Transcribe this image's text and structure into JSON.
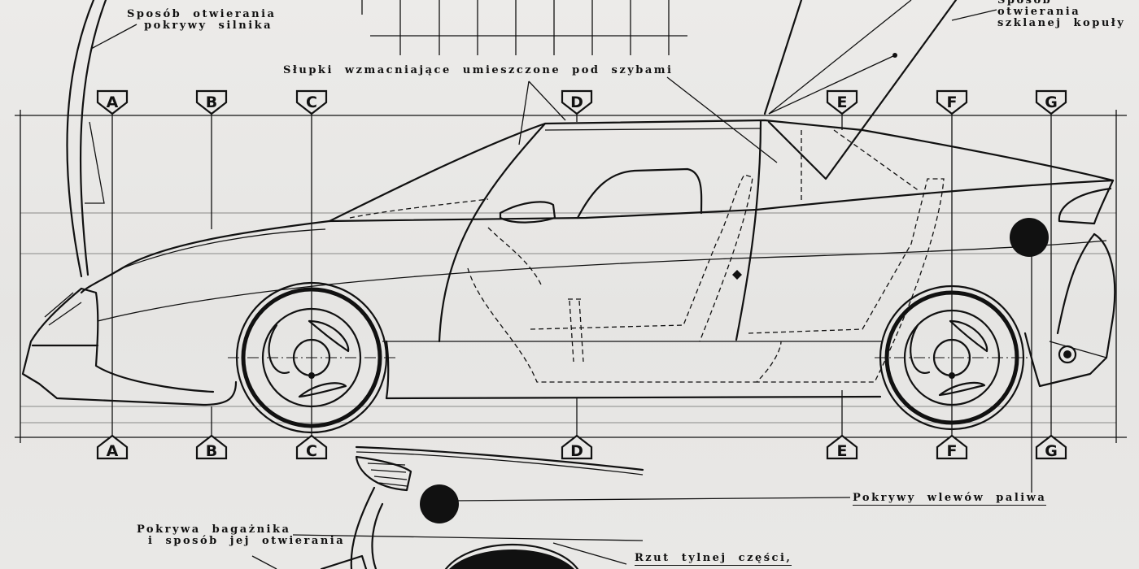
{
  "labels": {
    "engine_cover": "Sposób  otwierania\n   pokrywy  silnika",
    "glass_dome": "Sposób\notwierania\nszklanej  kopuły",
    "pillars": "Słupki  wzmacniające  umieszczone  pod  szybami",
    "fuel_caps": "Pokrywy  wlewów  paliwa",
    "trunk_lid": "Pokrywa  bagażnika\n  i  sposób  jej  otwierania",
    "rear_view": "Rzut  tylnej  części,"
  },
  "section_markers": [
    "A",
    "B",
    "C",
    "D",
    "E",
    "F",
    "G"
  ],
  "colors": {
    "ink": "#111111",
    "paper": "#e9e8e6"
  }
}
